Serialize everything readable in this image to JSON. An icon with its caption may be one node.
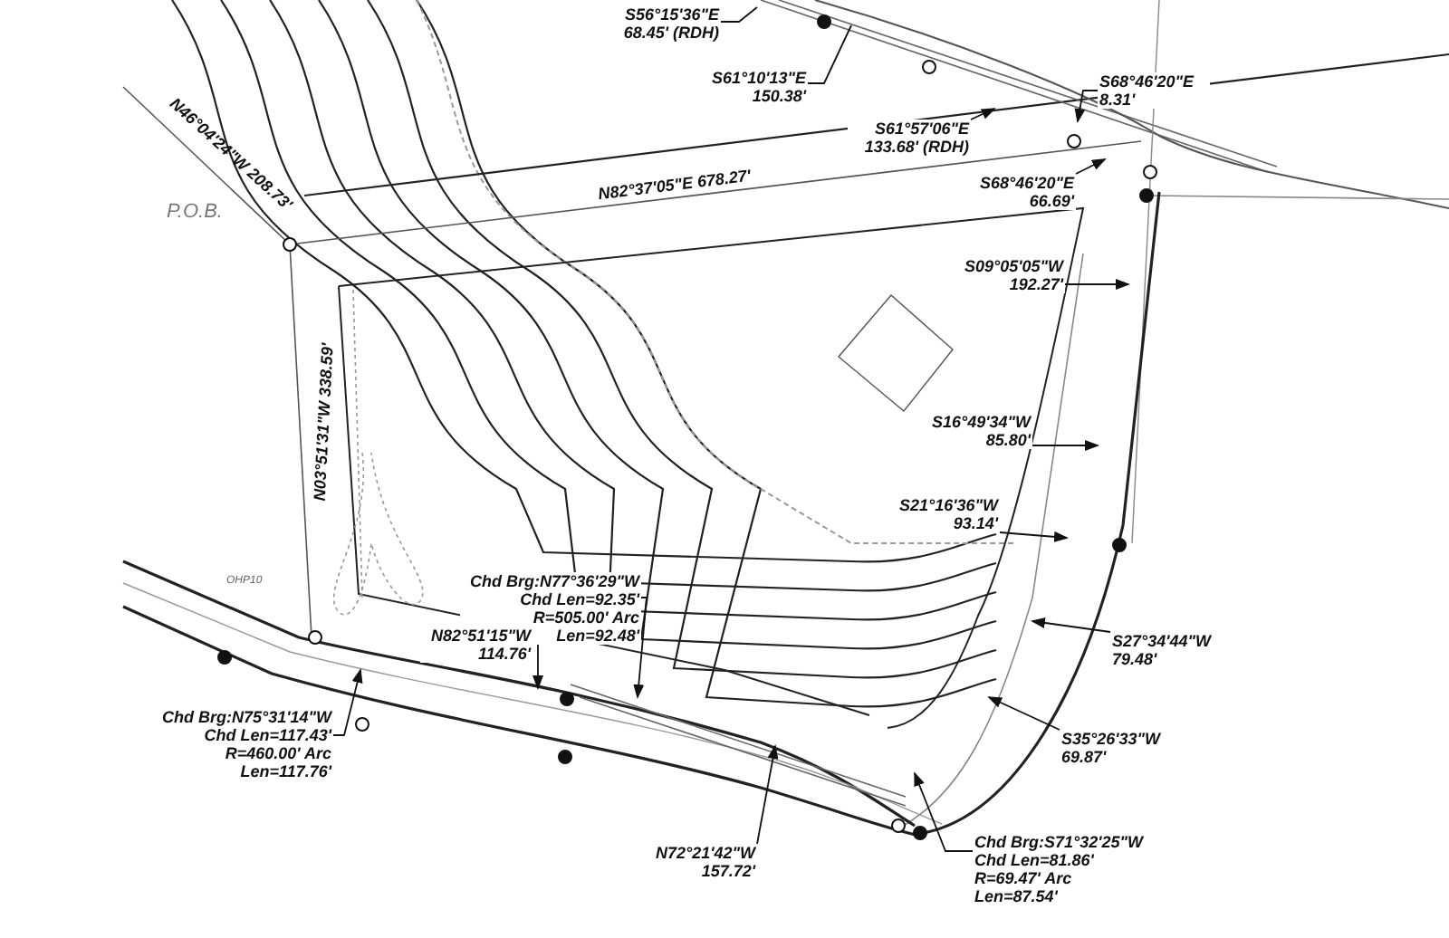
{
  "diagram": {
    "nodes": [
      {
        "text": [
          "S56°15'36\"E 68.45' (RDH)"
        ]
      },
      {
        "text": [
          "S61°10'13\"E 150.38'"
        ]
      },
      {
        "text": [
          "S61°57'06\"E 133.68' (RDH)"
        ]
      },
      {
        "text": [
          "S68°46'20\"E 8.31'"
        ]
      },
      {
        "text": [
          "S68°46'20\"E 66.69'"
        ]
      },
      {
        "text": [
          "S09°05'05\"W 192.27'"
        ]
      },
      {
        "text": [
          "S16°49'34\"W 85.80'"
        ]
      },
      {
        "text": [
          "S21°16'36\"W 93.14'"
        ]
      },
      {
        "text": [
          "Chd Brg:N77°36'29\"W Chd Len=92.35' R=505.00' Arc Len=92.48'"
        ]
      },
      {
        "text": [
          "N82°51'15\"W 114.76'"
        ]
      },
      {
        "text": [
          "S27°34'44\"W 79.48'"
        ]
      },
      {
        "text": [
          "Chd Brg:N75°31'14\"W Chd Len=117.43' R=460.00' Arc Len=117.76'"
        ]
      },
      {
        "text": [
          "S35°26'33\"W 69.87'"
        ]
      },
      {
        "text": [
          "N72°21'42\"W 157.72'"
        ]
      },
      {
        "text": [
          "Chd Brg:S71°32'25\"W Chd Len=81.86' R=69.47' Arc Len=87.54'"
        ]
      }
    ],
    "edges": [
      {
        "from": 0,
        "to": null,
        "arrow": "none"
      },
      {
        "from": 1,
        "to": null,
        "arrow": "none"
      },
      {
        "from": 2,
        "to": null,
        "arrow": "to"
      },
      {
        "from": 3,
        "to": null,
        "arrow": "to"
      },
      {
        "from": 4,
        "to": null,
        "arrow": "to"
      },
      {
        "from": 5,
        "to": null,
        "arrow": "to"
      },
      {
        "from": 6,
        "to": null,
        "arrow": "to"
      },
      {
        "from": 7,
        "to": null,
        "arrow": "to"
      },
      {
        "from": 8,
        "to": null,
        "arrow": "to"
      },
      {
        "from": 9,
        "to": null,
        "arrow": "to"
      },
      {
        "from": 10,
        "to": null,
        "arrow": "to"
      },
      {
        "from": 11,
        "to": null,
        "arrow": "to"
      },
      {
        "from": 12,
        "to": null,
        "arrow": "to"
      },
      {
        "from": 13,
        "to": null,
        "arrow": "to"
      },
      {
        "from": 14,
        "to": null,
        "arrow": "to"
      }
    ],
    "labels": [
      "N46°04'24\"W 208.73'",
      "P.O.B.",
      "N82°37'05\"E 678.27'",
      "N03°51'31\"W 338.59'",
      "OHP10"
    ]
  }
}
